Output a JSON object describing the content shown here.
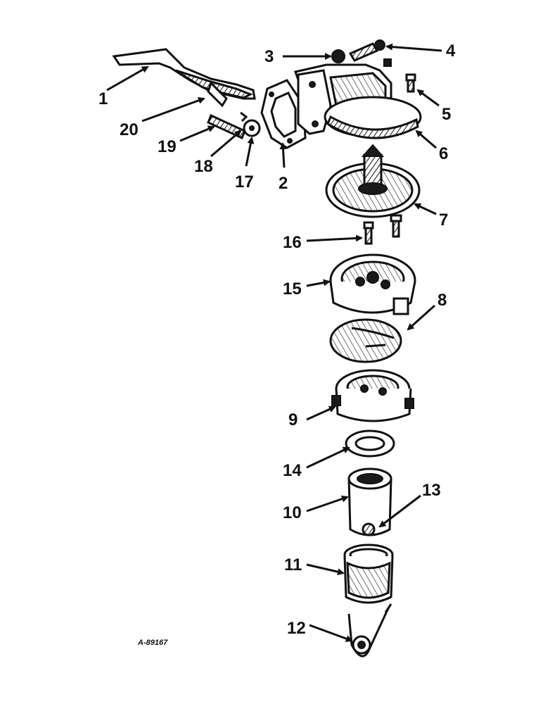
{
  "drawing_code": "A-89167",
  "callouts": {
    "c1": "1",
    "c2": "2",
    "c3": "3",
    "c4": "4",
    "c5": "5",
    "c6": "6",
    "c7": "7",
    "c8": "8",
    "c9": "9",
    "c10": "10",
    "c11": "11",
    "c12": "12",
    "c13": "13",
    "c14": "14",
    "c15": "15",
    "c16": "16",
    "c17": "17",
    "c18": "18",
    "c19": "19",
    "c20": "20"
  }
}
